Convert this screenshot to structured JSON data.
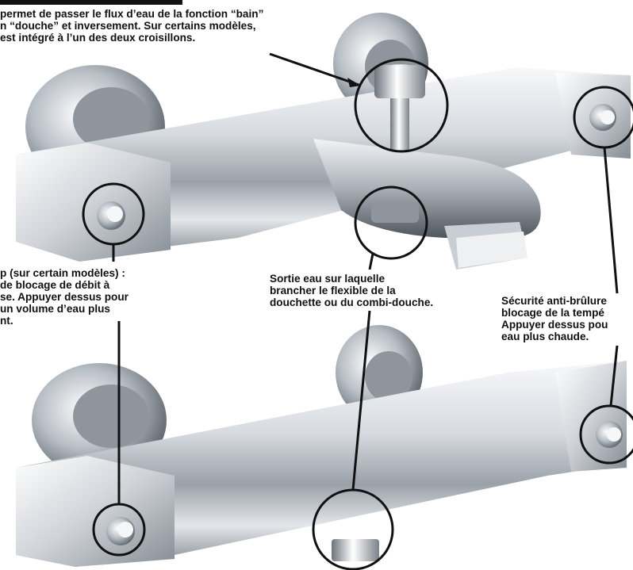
{
  "labels": {
    "diverter": {
      "lines": [
        "permet de passer le flux d’eau de la fonction “bain”",
        "n “douche” et inversement. Sur certains modèles,",
        "est intégré à l’un des deux croisillons."
      ]
    },
    "eco_stop": {
      "lines": [
        "p (sur certain modèles) :",
        "de blocage de débit à",
        "se. Appuyer dessus pour",
        "un volume d’eau plus",
        "nt."
      ]
    },
    "outlet": {
      "lines": [
        "Sortie eau sur laquelle",
        "brancher le flexible de la",
        "douchette ou du combi-douche."
      ]
    },
    "anti_scald": {
      "lines": [
        "Sécurité anti-brûlure",
        "blocage de la tempé",
        "Appuyer dessus pou",
        "eau plus chaude."
      ]
    }
  },
  "colors": {
    "callout": "#111111",
    "chrome_light": "#f4f5f7",
    "chrome_mid": "#bcc1c7",
    "chrome_dark": "#5a6068",
    "background": "#ffffff"
  }
}
